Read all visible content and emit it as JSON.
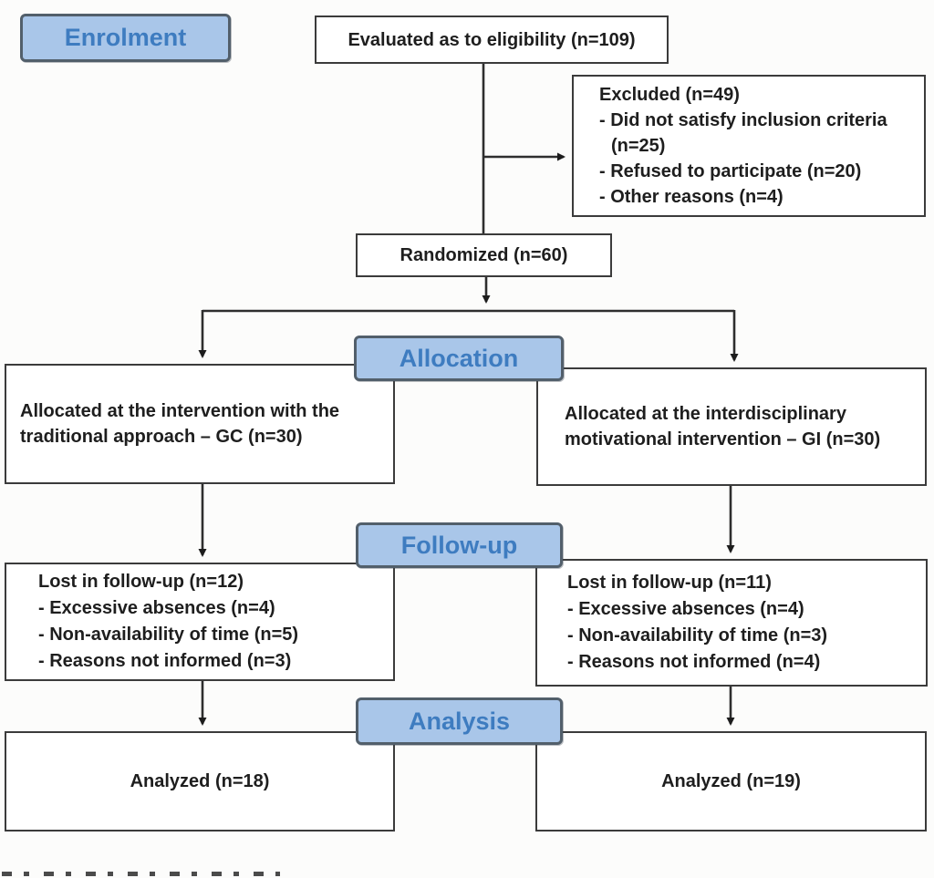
{
  "diagram": {
    "stages": {
      "enrolment": "Enrolment",
      "allocation": "Allocation",
      "followup": "Follow-up",
      "analysis": "Analysis"
    },
    "boxes": {
      "evaluated": {
        "text": "Evaluated as to eligibility (n=109)"
      },
      "excluded": {
        "title": "Excluded (n=49)",
        "items": [
          "- Did not satisfy inclusion criteria (n=25)",
          "- Refused to participate (n=20)",
          "- Other reasons (n=4)"
        ]
      },
      "randomized": {
        "text": "Randomized (n=60)"
      },
      "allocated_gc": {
        "text": "Allocated at the intervention with the traditional approach – GC (n=30)"
      },
      "allocated_gi": {
        "text": "Allocated at the interdisciplinary motivational intervention – GI (n=30)"
      },
      "followup_gc": {
        "title": "Lost in follow-up (n=12)",
        "items": [
          "- Excessive absences (n=4)",
          "- Non-availability of time (n=5)",
          "- Reasons not informed (n=3)"
        ]
      },
      "followup_gi": {
        "title": "Lost in follow-up (n=11)",
        "items": [
          "- Excessive absences (n=4)",
          "- Non-availability of time (n=3)",
          "- Reasons not informed (n=4)"
        ]
      },
      "analyzed_gc": {
        "text": "Analyzed (n=18)"
      },
      "analyzed_gi": {
        "text": "Analyzed (n=19)"
      }
    },
    "colors": {
      "stage_fill": "#a9c6e9",
      "stage_border": "#525f6b",
      "stage_text": "#3e7cc0",
      "box_border": "#3b3b3b",
      "line": "#2e2e2e",
      "text": "#1e1e1e"
    }
  }
}
